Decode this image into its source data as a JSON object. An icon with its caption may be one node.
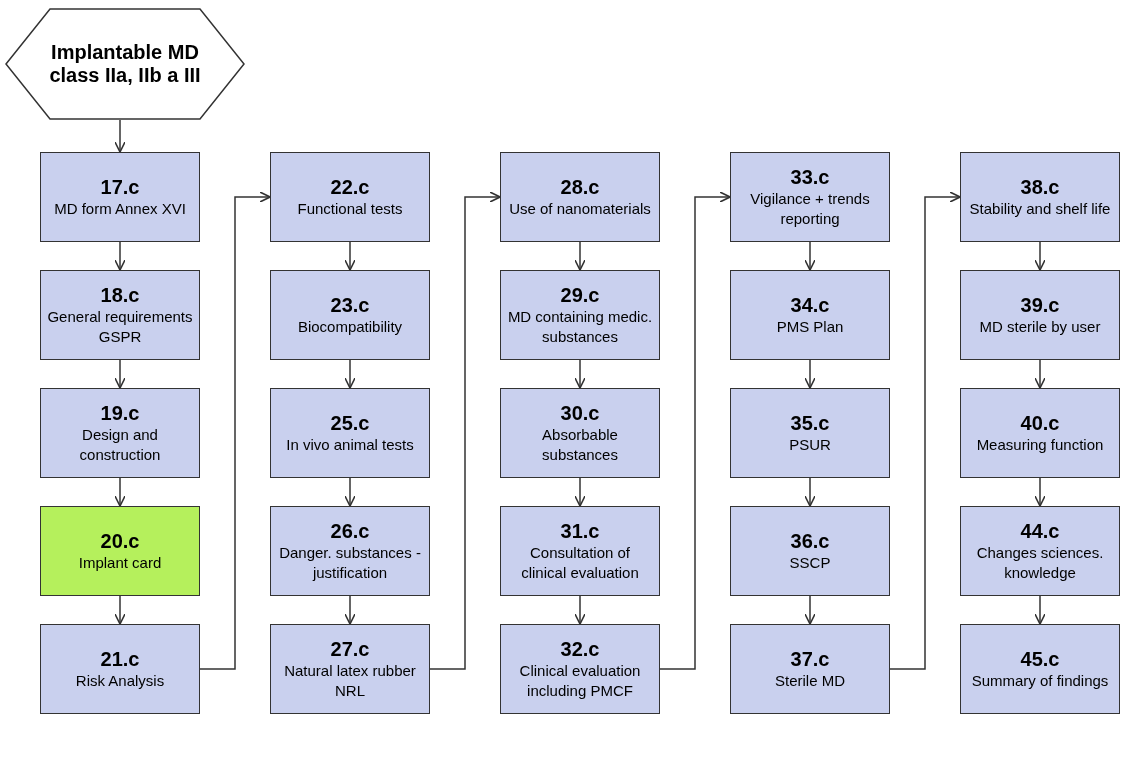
{
  "diagram": {
    "nodes": [
      {
        "text": [
          "Implantable MD class IIa, IIb a III"
        ]
      },
      {
        "text": [
          "17.c",
          "MD form Annex XVI"
        ]
      },
      {
        "text": [
          "18.c",
          "General requirements GSPR"
        ]
      },
      {
        "text": [
          "19.c",
          "Design and construction"
        ]
      },
      {
        "text": [
          "20.c",
          "Implant card"
        ]
      },
      {
        "text": [
          "21.c",
          "Risk Analysis"
        ]
      },
      {
        "text": [
          "22.c",
          "Functional tests"
        ]
      },
      {
        "text": [
          "23.c",
          "Biocompatibility"
        ]
      },
      {
        "text": [
          "25.c",
          "In vivo animal tests"
        ]
      },
      {
        "text": [
          "26.c",
          "Danger. substances - justification"
        ]
      },
      {
        "text": [
          "27.c",
          "Natural latex rubber NRL"
        ]
      },
      {
        "text": [
          "28.c",
          "Use of nanomaterials"
        ]
      },
      {
        "text": [
          "29.c",
          "MD containing medic. substances"
        ]
      },
      {
        "text": [
          "30.c",
          "Absorbable substances"
        ]
      },
      {
        "text": [
          "31.c",
          "Consultation of clinical evaluation"
        ]
      },
      {
        "text": [
          "32.c",
          "Clinical evaluation including PMCF"
        ]
      },
      {
        "text": [
          "33.c",
          "Vigilance + trends reporting"
        ]
      },
      {
        "text": [
          "34.c",
          "PMS Plan"
        ]
      },
      {
        "text": [
          "35.c",
          "PSUR"
        ]
      },
      {
        "text": [
          "36.c",
          "SSCP"
        ]
      },
      {
        "text": [
          "37.c",
          "Sterile MD"
        ]
      },
      {
        "text": [
          "38.c",
          "Stability and shelf life"
        ]
      },
      {
        "text": [
          "39.c",
          "MD sterile by user"
        ]
      },
      {
        "text": [
          "40.c",
          "Measuring function"
        ]
      },
      {
        "text": [
          "44.c",
          "Changes sciences. knowledge"
        ]
      },
      {
        "text": [
          "45.c",
          "Summary of findings"
        ]
      }
    ],
    "edges": [
      {
        "from": 0,
        "to": 1,
        "arrow": "to"
      },
      {
        "from": 1,
        "to": 2,
        "arrow": "to"
      },
      {
        "from": 2,
        "to": 3,
        "arrow": "to"
      },
      {
        "from": 3,
        "to": 4,
        "arrow": "to"
      },
      {
        "from": 4,
        "to": 5,
        "arrow": "to"
      },
      {
        "from": 5,
        "to": 6,
        "arrow": "to"
      },
      {
        "from": 6,
        "to": 7,
        "arrow": "to"
      },
      {
        "from": 7,
        "to": 8,
        "arrow": "to"
      },
      {
        "from": 8,
        "to": 9,
        "arrow": "to"
      },
      {
        "from": 9,
        "to": 10,
        "arrow": "to"
      },
      {
        "from": 10,
        "to": 11,
        "arrow": "to"
      },
      {
        "from": 11,
        "to": 12,
        "arrow": "to"
      },
      {
        "from": 12,
        "to": 13,
        "arrow": "to"
      },
      {
        "from": 13,
        "to": 14,
        "arrow": "to"
      },
      {
        "from": 14,
        "to": 15,
        "arrow": "to"
      },
      {
        "from": 15,
        "to": 16,
        "arrow": "to"
      },
      {
        "from": 16,
        "to": 17,
        "arrow": "to"
      },
      {
        "from": 17,
        "to": 18,
        "arrow": "to"
      },
      {
        "from": 18,
        "to": 19,
        "arrow": "to"
      },
      {
        "from": 19,
        "to": 20,
        "arrow": "to"
      },
      {
        "from": 20,
        "to": 21,
        "arrow": "to"
      },
      {
        "from": 21,
        "to": 22,
        "arrow": "to"
      },
      {
        "from": 22,
        "to": 23,
        "arrow": "to"
      },
      {
        "from": 23,
        "to": 24,
        "arrow": "to"
      },
      {
        "from": 24,
        "to": 25,
        "arrow": "to"
      }
    ]
  }
}
